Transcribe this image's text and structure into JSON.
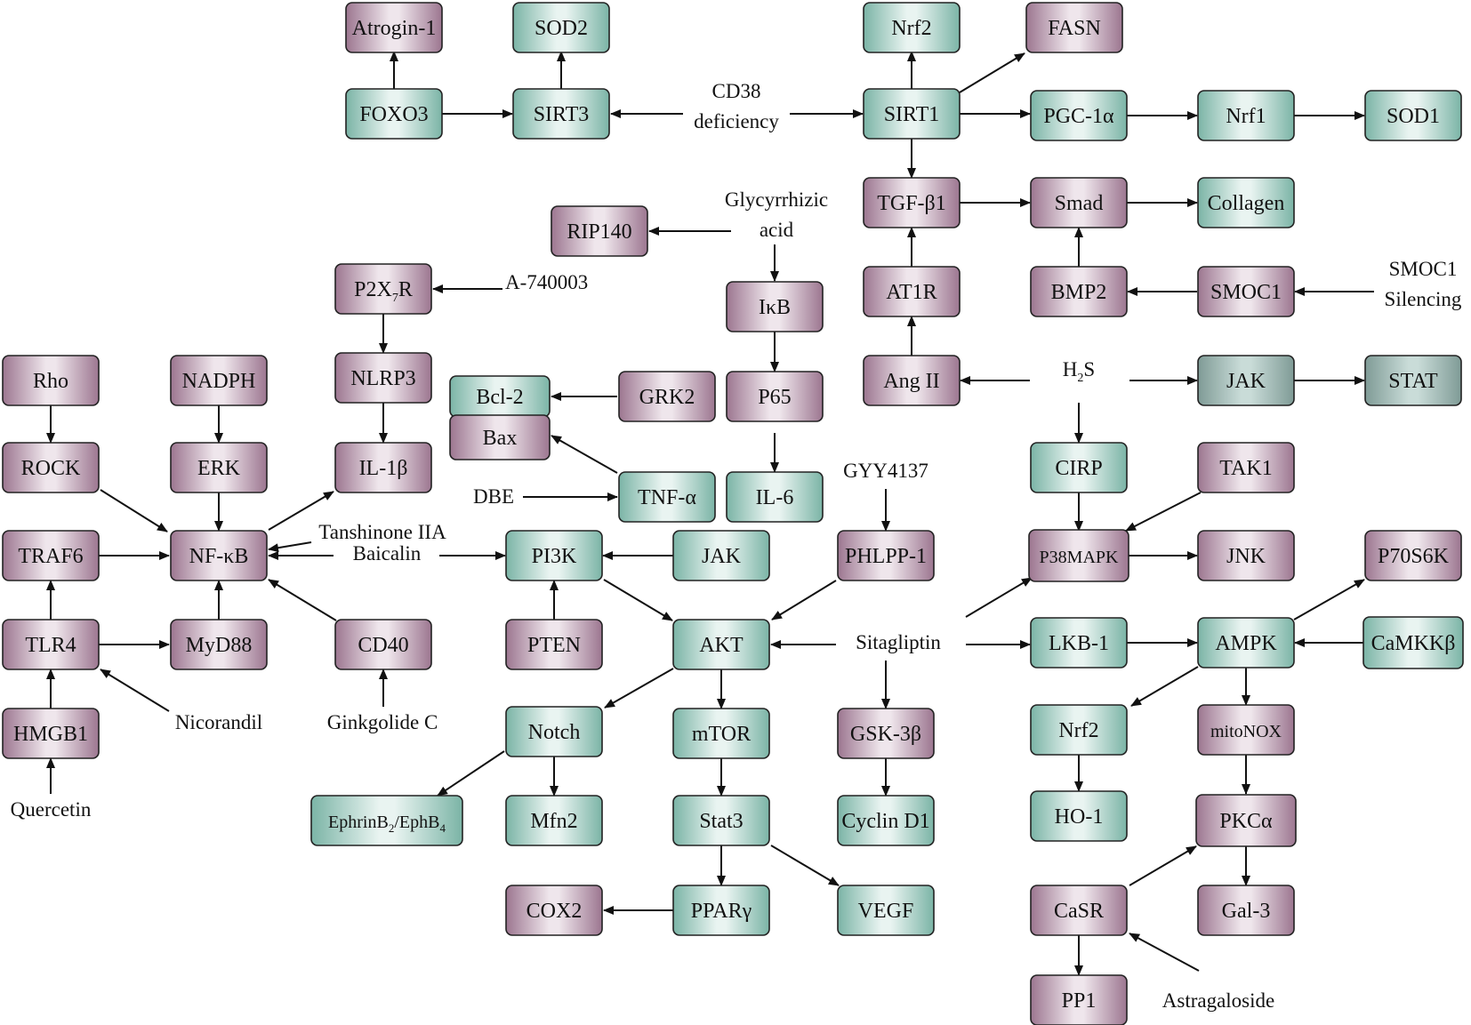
{
  "colors": {
    "pink_light": "#efe6ec",
    "pink_dark": "#9c7690",
    "green_light": "#e9f4f1",
    "green_dark": "#7bb4a6",
    "grayteal_light": "#c9dcd8",
    "grayteal_dark": "#7f9b96",
    "stroke": "#222222"
  },
  "nodes": [
    {
      "id": "atrogin1",
      "label": "Atrogin-1",
      "color": "pink"
    },
    {
      "id": "sod2",
      "label": "SOD2",
      "color": "green"
    },
    {
      "id": "nrf2_top",
      "label": "Nrf2",
      "color": "green"
    },
    {
      "id": "fasn",
      "label": "FASN",
      "color": "pink"
    },
    {
      "id": "foxo3",
      "label": "FOXO3",
      "color": "green"
    },
    {
      "id": "sirt3",
      "label": "SIRT3",
      "color": "green"
    },
    {
      "id": "sirt1",
      "label": "SIRT1",
      "color": "green"
    },
    {
      "id": "pgc1a",
      "label": "PGC-1α",
      "color": "green"
    },
    {
      "id": "nrf1",
      "label": "Nrf1",
      "color": "green"
    },
    {
      "id": "sod1",
      "label": "SOD1",
      "color": "green"
    },
    {
      "id": "tgfb1",
      "label": "TGF-β1",
      "color": "pink"
    },
    {
      "id": "smad",
      "label": "Smad",
      "color": "pink"
    },
    {
      "id": "collagen",
      "label": "Collagen",
      "color": "green"
    },
    {
      "id": "rip140",
      "label": "RIP140",
      "color": "pink"
    },
    {
      "id": "p2x7r",
      "label": "P2X7R",
      "color": "pink"
    },
    {
      "id": "ikb",
      "label": "IκB",
      "color": "pink"
    },
    {
      "id": "at1r",
      "label": "AT1R",
      "color": "pink"
    },
    {
      "id": "bmp2",
      "label": "BMP2",
      "color": "pink"
    },
    {
      "id": "smoc1",
      "label": "SMOC1",
      "color": "pink"
    },
    {
      "id": "rho",
      "label": "Rho",
      "color": "pink"
    },
    {
      "id": "nadph",
      "label": "NADPH",
      "color": "pink"
    },
    {
      "id": "nlrp3",
      "label": "NLRP3",
      "color": "pink"
    },
    {
      "id": "bcl2",
      "label": "Bcl-2",
      "color": "green"
    },
    {
      "id": "bax",
      "label": "Bax",
      "color": "pink"
    },
    {
      "id": "grk2",
      "label": "GRK2",
      "color": "pink"
    },
    {
      "id": "p65",
      "label": "P65",
      "color": "pink"
    },
    {
      "id": "angii",
      "label": "Ang II",
      "color": "pink"
    },
    {
      "id": "jak_right",
      "label": "JAK",
      "color": "grayteal"
    },
    {
      "id": "stat",
      "label": "STAT",
      "color": "grayteal"
    },
    {
      "id": "rock",
      "label": "ROCK",
      "color": "pink"
    },
    {
      "id": "erk",
      "label": "ERK",
      "color": "pink"
    },
    {
      "id": "il1b",
      "label": "IL-1β",
      "color": "pink"
    },
    {
      "id": "tnfa",
      "label": "TNF-α",
      "color": "green"
    },
    {
      "id": "il6",
      "label": "IL-6",
      "color": "green"
    },
    {
      "id": "cirp",
      "label": "CIRP",
      "color": "green"
    },
    {
      "id": "tak1",
      "label": "TAK1",
      "color": "pink"
    },
    {
      "id": "traf6",
      "label": "TRAF6",
      "color": "pink"
    },
    {
      "id": "nfkb",
      "label": "NF-κB",
      "color": "pink"
    },
    {
      "id": "pi3k",
      "label": "PI3K",
      "color": "green"
    },
    {
      "id": "jak_mid",
      "label": "JAK",
      "color": "green"
    },
    {
      "id": "phlpp1",
      "label": "PHLPP-1",
      "color": "pink"
    },
    {
      "id": "p38mapk",
      "label": "P38MAPK",
      "color": "pink",
      "small": true
    },
    {
      "id": "jnk",
      "label": "JNK",
      "color": "pink"
    },
    {
      "id": "p70s6k",
      "label": "P70S6K",
      "color": "pink"
    },
    {
      "id": "tlr4",
      "label": "TLR4",
      "color": "pink"
    },
    {
      "id": "myd88",
      "label": "MyD88",
      "color": "pink"
    },
    {
      "id": "cd40",
      "label": "CD40",
      "color": "pink"
    },
    {
      "id": "pten",
      "label": "PTEN",
      "color": "pink"
    },
    {
      "id": "akt",
      "label": "AKT",
      "color": "green"
    },
    {
      "id": "lkb1",
      "label": "LKB-1",
      "color": "green"
    },
    {
      "id": "ampk",
      "label": "AMPK",
      "color": "green"
    },
    {
      "id": "camkkb",
      "label": "CaMKKβ",
      "color": "green"
    },
    {
      "id": "hmgb1",
      "label": "HMGB1",
      "color": "pink"
    },
    {
      "id": "notch",
      "label": "Notch",
      "color": "green"
    },
    {
      "id": "mtor",
      "label": "mTOR",
      "color": "green"
    },
    {
      "id": "gsk3b",
      "label": "GSK-3β",
      "color": "pink"
    },
    {
      "id": "nrf2_bot",
      "label": "Nrf2",
      "color": "green"
    },
    {
      "id": "mitonox",
      "label": "mitoNOX",
      "color": "pink",
      "small": true
    },
    {
      "id": "ephrin",
      "label": "EphrinB2/EphB4",
      "color": "green",
      "small": true
    },
    {
      "id": "mfn2",
      "label": "Mfn2",
      "color": "green"
    },
    {
      "id": "stat3",
      "label": "Stat3",
      "color": "green"
    },
    {
      "id": "cyclind1",
      "label": "Cyclin D1",
      "color": "green"
    },
    {
      "id": "ho1",
      "label": "HO-1",
      "color": "green"
    },
    {
      "id": "pkca",
      "label": "PKCα",
      "color": "pink"
    },
    {
      "id": "cox2",
      "label": "COX2",
      "color": "pink"
    },
    {
      "id": "ppary",
      "label": "PPARγ",
      "color": "green"
    },
    {
      "id": "vegf",
      "label": "VEGF",
      "color": "green"
    },
    {
      "id": "casr",
      "label": "CaSR",
      "color": "pink"
    },
    {
      "id": "gal3",
      "label": "Gal-3",
      "color": "pink"
    },
    {
      "id": "pp1",
      "label": "PP1",
      "color": "pink"
    }
  ],
  "labels": [
    {
      "id": "cd38_a",
      "text": "CD38"
    },
    {
      "id": "cd38_b",
      "text": "deficiency"
    },
    {
      "id": "glyc_a",
      "text": "Glycyrrhizic"
    },
    {
      "id": "glyc_b",
      "text": "acid"
    },
    {
      "id": "a740003",
      "text": "A-740003"
    },
    {
      "id": "smoc_a",
      "text": "SMOC1"
    },
    {
      "id": "smoc_b",
      "text": "Silencing"
    },
    {
      "id": "h2s",
      "text": "H2S"
    },
    {
      "id": "dbe",
      "text": "DBE"
    },
    {
      "id": "gyy",
      "text": "GYY4137"
    },
    {
      "id": "tanshinone",
      "text": "Tanshinone IIA"
    },
    {
      "id": "baicalin",
      "text": "Baicalin"
    },
    {
      "id": "sitagliptin",
      "text": "Sitagliptin"
    },
    {
      "id": "nicorandil",
      "text": "Nicorandil"
    },
    {
      "id": "ginkgolide",
      "text": "Ginkgolide C"
    },
    {
      "id": "quercetin",
      "text": "Quercetin"
    },
    {
      "id": "astragaloside",
      "text": "Astragaloside"
    }
  ]
}
